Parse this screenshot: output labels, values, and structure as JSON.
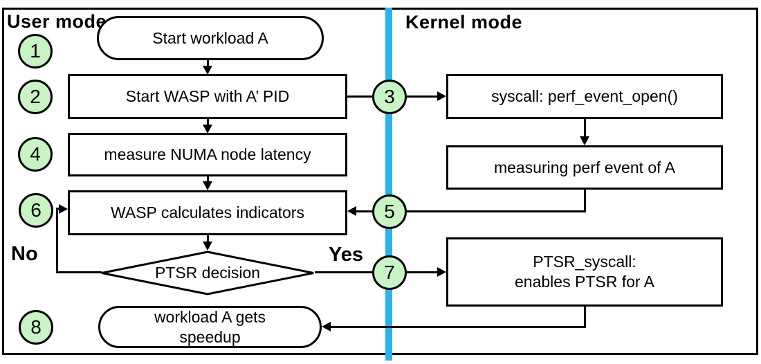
{
  "colors": {
    "stroke": "#000000",
    "badge_fill": "#c9f3c5",
    "divider": "#2ab2ec",
    "background": "#ffffff"
  },
  "regions": {
    "user": "User mode",
    "kernel": "Kernel mode"
  },
  "branch_labels": {
    "no": "No",
    "yes": "Yes"
  },
  "badges": [
    {
      "label": "1"
    },
    {
      "label": "2"
    },
    {
      "label": "3"
    },
    {
      "label": "4"
    },
    {
      "label": "5"
    },
    {
      "label": "6"
    },
    {
      "label": "7"
    },
    {
      "label": "8"
    }
  ],
  "nodes": {
    "start": {
      "shape": "terminator",
      "label": "Start workload A"
    },
    "start_wasp": {
      "shape": "process",
      "label": "Start WASP with A’ PID"
    },
    "measure_numa": {
      "shape": "process",
      "label": "measure NUMA node latency"
    },
    "calc_indicators": {
      "shape": "process",
      "label": "WASP calculates indicators"
    },
    "ptsr_decision": {
      "shape": "decision",
      "label": "PTSR decision"
    },
    "speedup": {
      "shape": "terminator",
      "line1": "workload A gets",
      "line2": "speedup"
    },
    "syscall_open": {
      "shape": "process",
      "label": "syscall: perf_event_open()"
    },
    "measuring": {
      "shape": "process",
      "label": "measuring perf event of A"
    },
    "ptsr_syscall": {
      "shape": "process",
      "line1": "PTSR_syscall:",
      "line2": "enables PTSR for A"
    }
  }
}
